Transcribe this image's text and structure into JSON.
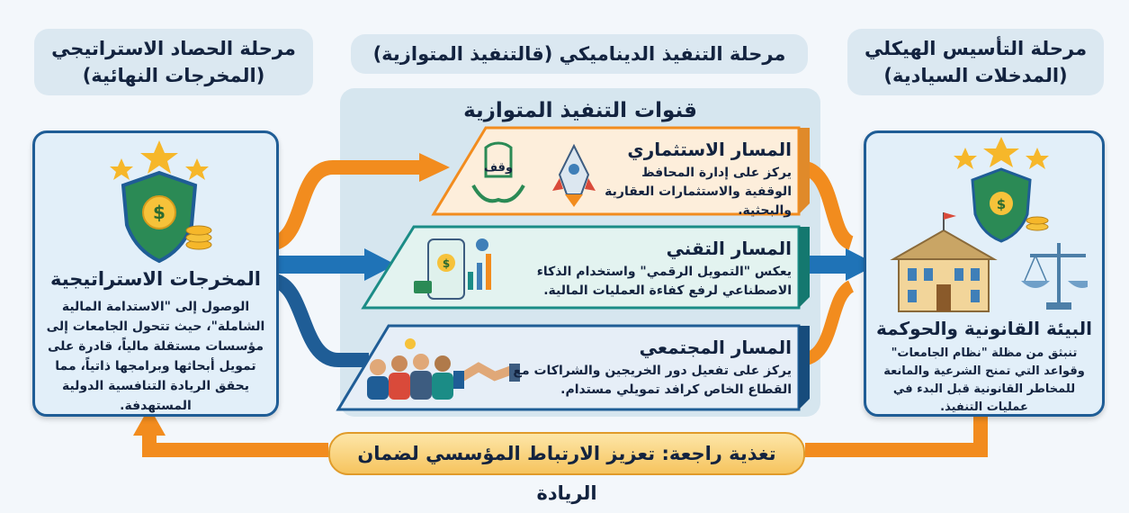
{
  "stages": {
    "right": {
      "line1": "مرحلة التأسيس الهيكلي",
      "line2": "(المدخلات السيادية)"
    },
    "center": {
      "line1": "مرحلة التنفيذ الديناميكي (قالتنفيذ المتوازية)"
    },
    "left": {
      "line1": "مرحلة الحصاد الاستراتيجي",
      "line2": "(المخرجات النهائية)"
    }
  },
  "channels_title": "قنوات التنفيذ المتوازية",
  "right_box": {
    "title": "البيئة القانونية والحوكمة",
    "text": "تنبثق من مظلة \"نظام الجامعات\" وقواعد التي تمنح الشرعية والمانعة للمخاطر القانونية قبل البدء في عمليات التنفيذ."
  },
  "left_box": {
    "title": "المخرجات الاستراتيجية",
    "text": "الوصول إلى \"الاستدامة المالية الشاملة\"، حيث تتحول الجامعات إلى مؤسسات مستقلة مالياً، قادرة على تمويل أبحاثها وبرامجها ذاتياً، مما يحقق الريادة التنافسية الدولية المستهدفة."
  },
  "tracks": [
    {
      "title": "المسار الاستثماري",
      "text": "يركز على إدارة المحافظ الوقفية والاستثمارات العقارية والبحثية.",
      "color": "#f28c1e",
      "icon_label": "وقف"
    },
    {
      "title": "المسار التقني",
      "text": "يعكس \"التمويل الرقمي\" واستخدام الذكاء الاصطناعي لرفع كفاءة العمليات المالية.",
      "color": "#1b8c86"
    },
    {
      "title": "المسار المجتمعي",
      "text": "يركز على تفعيل دور الخريجين والشراكات مع القطاع الخاص كرافد تمويلي مستدام.",
      "color": "#1f5d96"
    }
  ],
  "feedback": "تغذية راجعة: تعزيز الارتباط المؤسسي لضمان الريادة",
  "colors": {
    "orange": "#f28c1e",
    "blue": "#1f73b7",
    "teal": "#1b8c86",
    "navy": "#1f5d96"
  }
}
